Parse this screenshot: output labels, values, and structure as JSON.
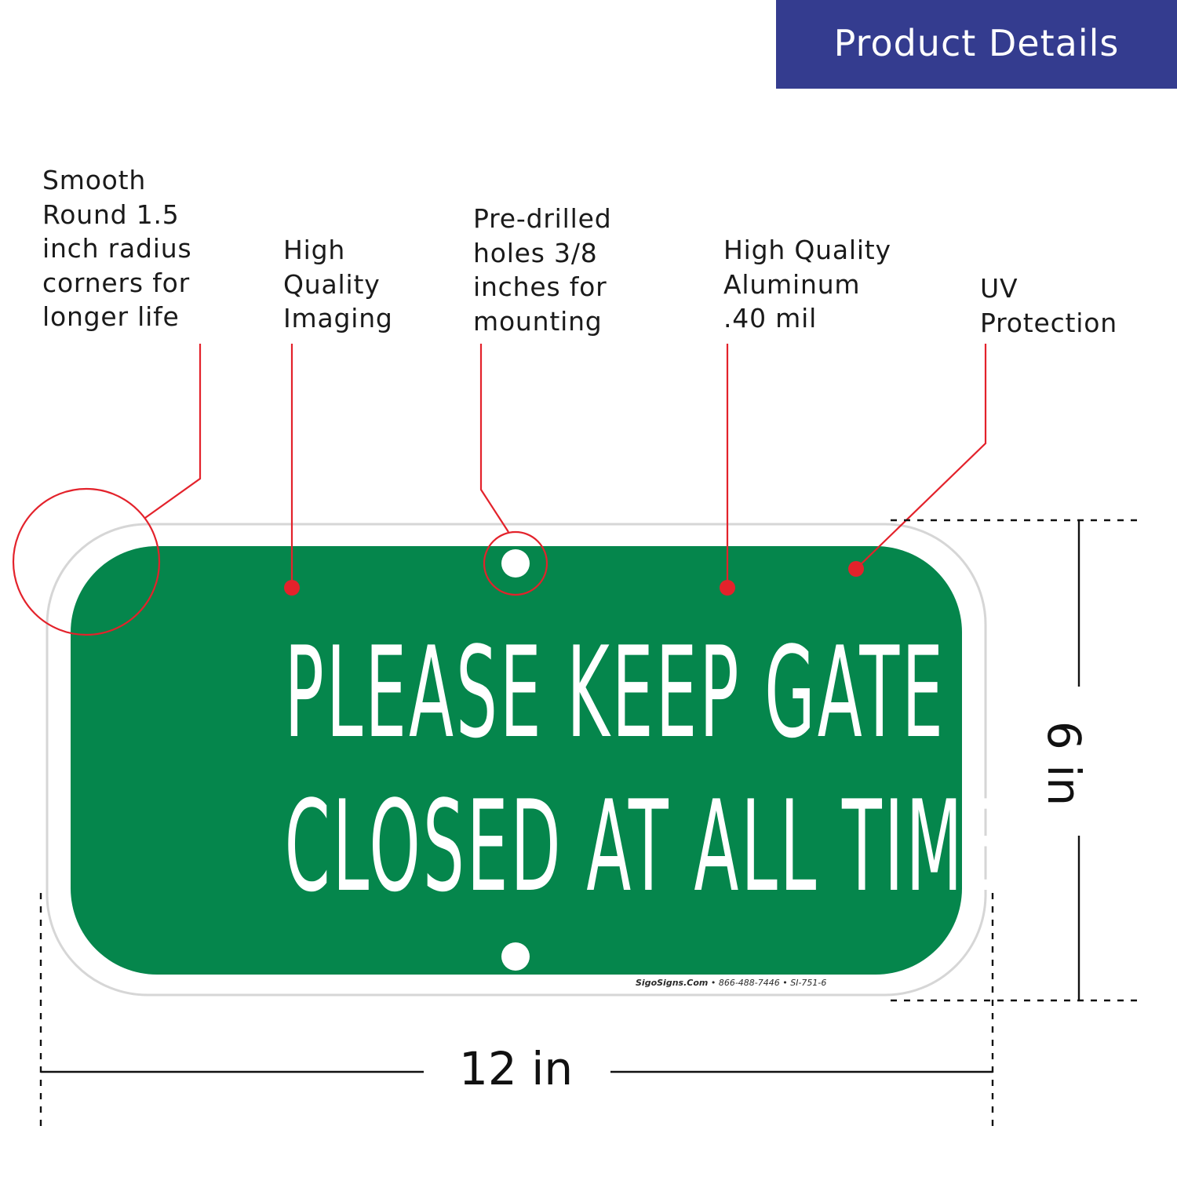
{
  "header": {
    "title": "Product Details",
    "background": "#343c8f"
  },
  "callouts": [
    {
      "lines": [
        "Smooth",
        "Round 1.5",
        "inch radius",
        "corners for",
        "longer life"
      ]
    },
    {
      "lines": [
        "High",
        "Quality",
        "Imaging"
      ]
    },
    {
      "lines": [
        "Pre-drilled",
        "holes 3/8",
        "inches for",
        "mounting"
      ]
    },
    {
      "lines": [
        "High Quality",
        "Aluminum",
        ".40 mil"
      ]
    },
    {
      "lines": [
        "UV",
        "Protection"
      ]
    }
  ],
  "sign": {
    "line1": "PLEASE KEEP GATE",
    "line2": "CLOSED AT ALL TIMES",
    "brand": "SigoSigns.Com",
    "fine_print": " • 866-488-7446 • SI-751-6",
    "background_color": "#05864c",
    "text_color": "#ffffff"
  },
  "dimensions": {
    "width": "12 in",
    "height": "6 in"
  },
  "accent_color": "#e3222b"
}
